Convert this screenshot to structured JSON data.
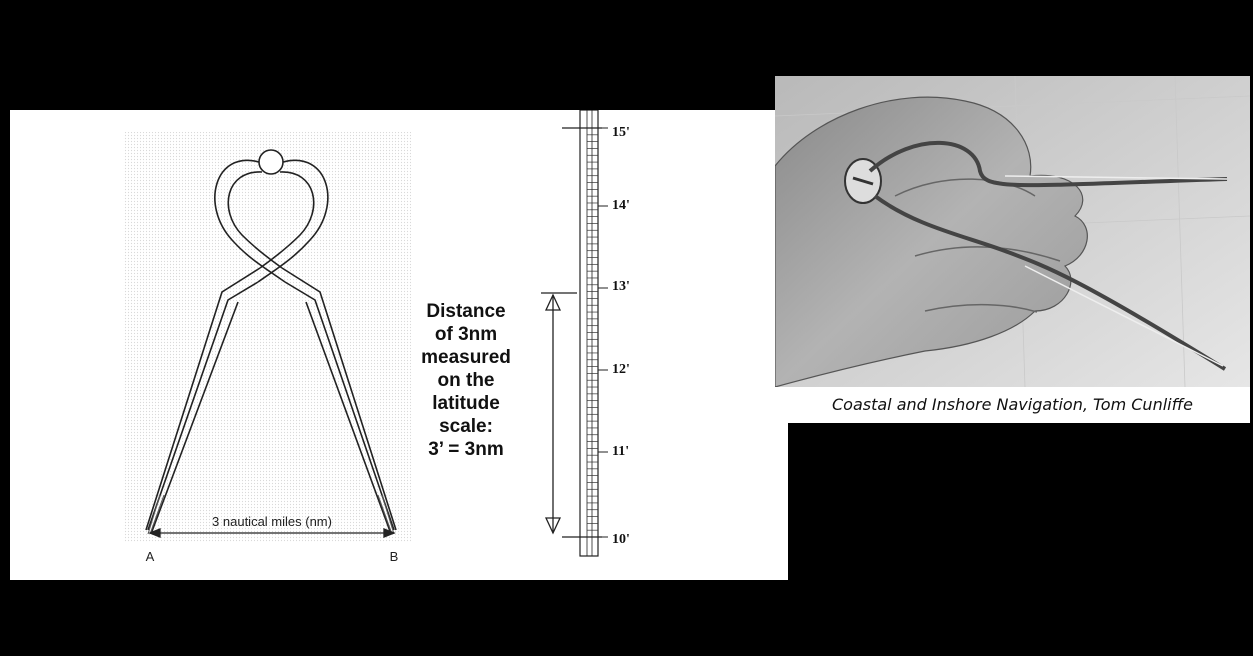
{
  "diagram": {
    "baseline_label": "3 nautical miles (nm)",
    "point_a": "A",
    "point_b": "B",
    "distance_lines": [
      "Distance",
      "of 3nm",
      "measured",
      "on the",
      "latitude",
      "scale:",
      "3’ = 3nm"
    ],
    "scale_ticks": [
      "15'",
      "14'",
      "13'",
      "12'",
      "11'",
      "10'"
    ]
  },
  "photo": {
    "caption": "Coastal and Inshore Navigation, Tom Cunliffe"
  }
}
